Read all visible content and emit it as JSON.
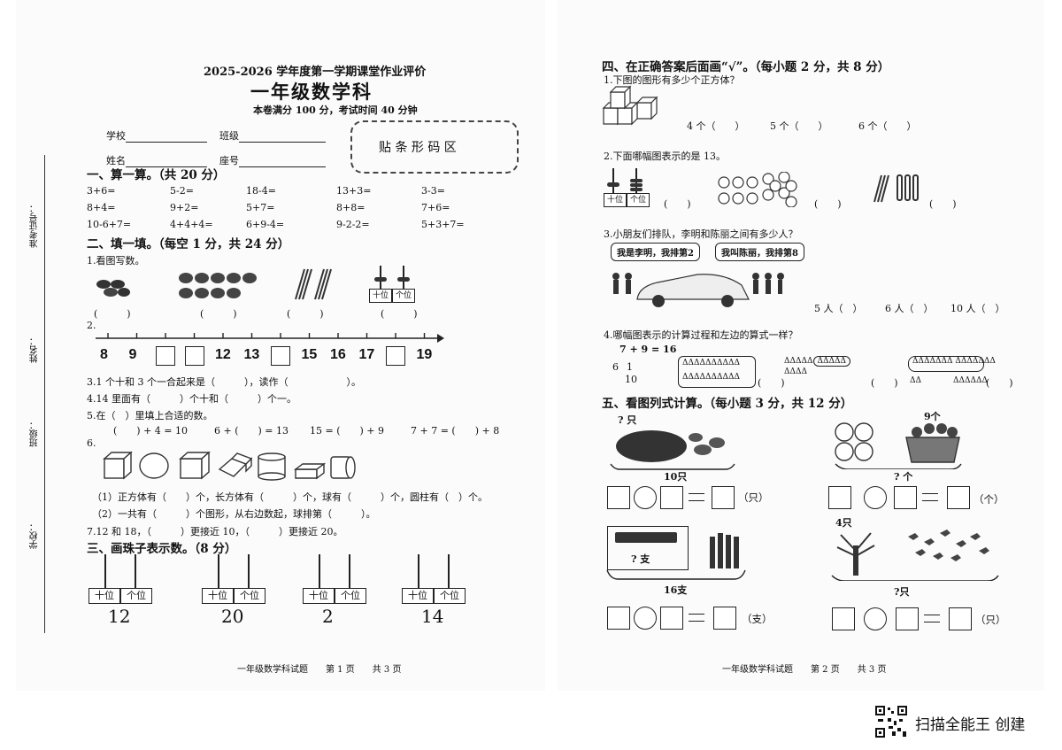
{
  "page1": {
    "header": {
      "term": "2025-2026 学年度第一学期课堂作业评价",
      "subject": "一年级数学科",
      "info": "本卷满分 100 分，考试时间 40 分钟"
    },
    "form": {
      "school_label": "学校",
      "class_label": "班级",
      "name_label": "姓名",
      "seat_label": "座号",
      "barcode": "贴 条 形 码 区"
    },
    "sidebar": {
      "exam_no": "准考证号：",
      "name": "姓名：",
      "class": "班级：",
      "school": "学校："
    },
    "sec1": {
      "title": "一、算一算。（共 20 分）",
      "rows": [
        [
          "3+6=",
          "5-2=",
          "18-4=",
          "13+3=",
          "3-3="
        ],
        [
          "8+4=",
          "9+2=",
          "5+7=",
          "8+8=",
          "7+6="
        ],
        [
          "10-6+7=",
          "4+4+4=",
          "6+9-4=",
          "9-2-2=",
          "5+3+7="
        ]
      ]
    },
    "sec2": {
      "title": "二、填一填。（每空 1 分，共 24 分）",
      "q1": "1.看图写数。",
      "q1_blanks": [
        "(　　　)",
        "(　　　)",
        "(　　　)",
        "(　　　)"
      ],
      "abacus_labels": [
        "十位",
        "个位"
      ],
      "q2": "2.",
      "numberline": [
        "8",
        "9",
        "",
        "",
        "12",
        "13",
        "",
        "15",
        "16",
        "17",
        "",
        "19"
      ],
      "q3": "3.1 个十和 3 个一合起来是（　　　），读作（　　　　　　）。",
      "q4": "4.14 里面有（　　　）个十和（　　　）个一。",
      "q5": "5.在（　）里填上合适的数。",
      "q5_items": [
        "(　　) + 4 = 10",
        "6 + (　　) = 13",
        "15 = (　　) + 9",
        "7 + 7 = (　　) + 8"
      ],
      "q6": "6.",
      "q6_1": "（1）正方体有（　　）个，长方体有（　　　）个，球有（　　　）个，圆柱有（　）个。",
      "q6_2": "（2）一共有（　　　）个图形，从右边数起，球排第（　　　）。",
      "q7": "7.12 和 18，（　　　）更接近 10，（　　　）更接近 20。"
    },
    "sec3": {
      "title": "三、画珠子表示数。（8 分）",
      "labels": [
        "十位",
        "个位"
      ],
      "numbers": [
        "12",
        "20",
        "2",
        "14"
      ]
    },
    "footer": "一年级数学科试题　　第 1 页　　共 3 页"
  },
  "page2": {
    "sec4": {
      "title": "四、在正确答案后面画“√”。（每小题 2 分，共 8 分）",
      "q1": "1.下图的图形有多少个正方体？",
      "q1_opts": [
        "4 个（　　）",
        "5 个（　　）",
        "6 个（　　）"
      ],
      "q2": "2.下面哪幅图表示的是 13。",
      "q2_labels": [
        "十位",
        "个位"
      ],
      "q2_blanks": [
        "(　　)",
        "(　　)",
        "(　　)"
      ],
      "q3": "3.小朋友们排队，李明和陈丽之间有多少人？",
      "q3_bubble1": "我是李明，我排第2",
      "q3_bubble2": "我叫陈丽，我排第8",
      "q3_opts": [
        "5 人（　）",
        "6 人（　）",
        "10 人（　）"
      ],
      "q4": "4.哪幅图表示的计算过程和左边的算式一样？",
      "q4_formula": "7 + 9 = 16",
      "q4_split": [
        "6",
        "1",
        "10"
      ],
      "q4_blanks": [
        "(　　)",
        "(　　)",
        "(　　)"
      ]
    },
    "sec5": {
      "title": "五、看图列式计算。（每小题 3 分，共 12 分）",
      "p1_top": "? 只",
      "p1_bottom": "10只",
      "p1_unit": "（只）",
      "p2_top": "9个",
      "p2_bottom": "? 个",
      "p2_unit": "（个）",
      "p3_label": "? 支",
      "p3_bottom": "16支",
      "p3_unit": "（支）",
      "p4_top": "4只",
      "p4_bottom": "?只",
      "p4_unit": "（只）"
    },
    "footer": "一年级数学科试题　　第 2 页　　共 3 页"
  },
  "watermark": "扫描全能王 创建"
}
